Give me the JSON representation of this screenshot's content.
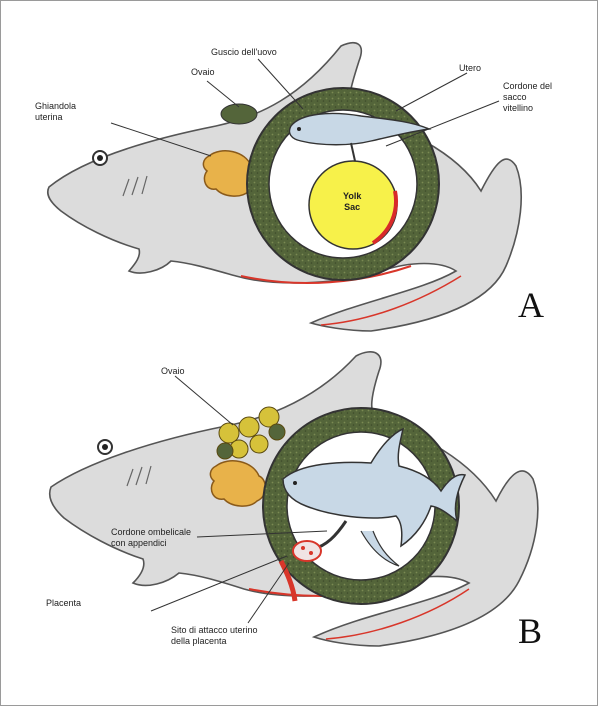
{
  "panels": [
    {
      "letter": "A",
      "labels": {
        "uterus_gland": "Ghiandola\nuterina",
        "ovary": "Ovaio",
        "shell_case": "Guscio dell'uovo",
        "uterus": "Utero",
        "stalk": "Cordone del\nsacco\nvitellino",
        "yolk_sac": "Yolk\nSac"
      }
    },
    {
      "letter": "B",
      "labels": {
        "ovary": "Ovaio",
        "umbilical_cord": "Cordone ombelicale\ncon appendici",
        "placenta": "Placenta",
        "placenta_site": "Sito di attacco uterino\ndella placenta"
      }
    }
  ],
  "colors": {
    "body": "#dcdcdc",
    "outline": "#555555",
    "uterus_wall": "#54653a",
    "gland": "#e8b24a",
    "yolk": "#f7f14a",
    "yolk_edge": "#d82a2a",
    "embryo": "#c8d8e6",
    "ova": "#d6c23a",
    "placenta": "#d8362a"
  }
}
